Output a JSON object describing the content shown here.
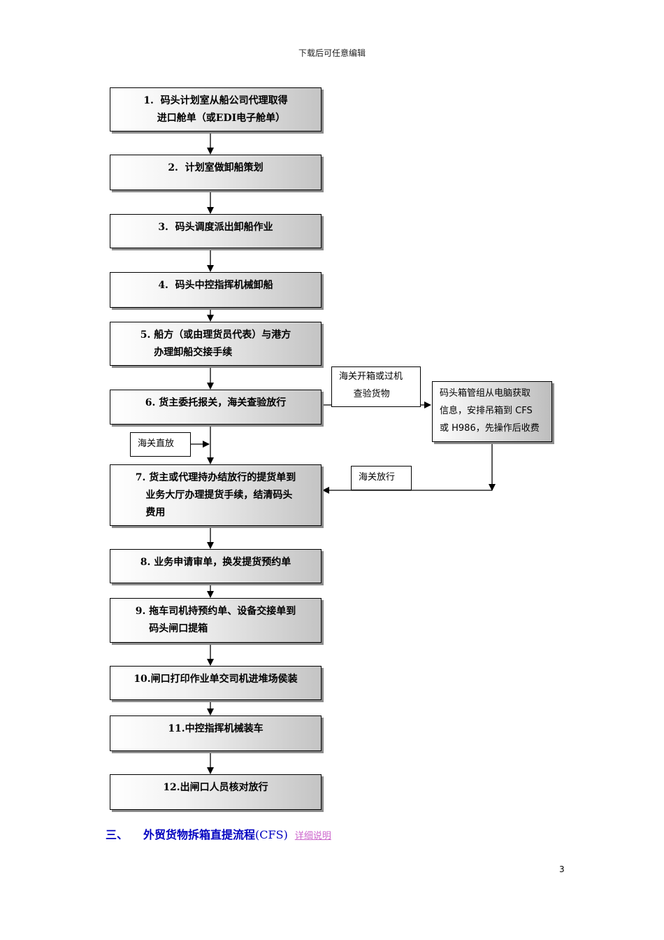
{
  "header": {
    "text": "下载后可任意编辑"
  },
  "steps": [
    {
      "text": "1.  码头计划室从船公司代理取得\n    进口舱单（或EDI电子舱单）"
    },
    {
      "text": "2.  计划室做卸船策划"
    },
    {
      "text": "3.  码头调度派出卸船作业"
    },
    {
      "text": "4.  码头中控指挥机械卸船"
    },
    {
      "text": "5. 船方（或由理货员代表）与港方\n    办理卸船交接手续"
    },
    {
      "text": "6. 货主委托报关，海关查验放行"
    },
    {
      "text": "7. 货主或代理持办结放行的提货单到\n   业务大厅办理提货手续，结清码头\n   费用"
    },
    {
      "text": "8. 业务申请审单，换发提货预约单"
    },
    {
      "text": "9. 拖车司机持预约单、设备交接单到\n    码头闸口提箱"
    },
    {
      "text": "10.闸口打印作业单交司机进堆场侯装"
    },
    {
      "text": "11.中控指挥机械装车"
    },
    {
      "text": "12.出闸口人员核对放行"
    }
  ],
  "notes": {
    "customs_inspect": "海关开箱或过机\n     查验货物",
    "yard_mgmt": "码头箱管组从电脑获取\n信息，安排吊箱到 CFS\n或 H986，先操作后收费",
    "customs_direct": "海关直放",
    "customs_release": "海关放行"
  },
  "section": {
    "number": "三、",
    "title": "外贸货物拆箱直提流程",
    "suffix": "(CFS)",
    "link": "详细说明"
  },
  "page_number": "3"
}
